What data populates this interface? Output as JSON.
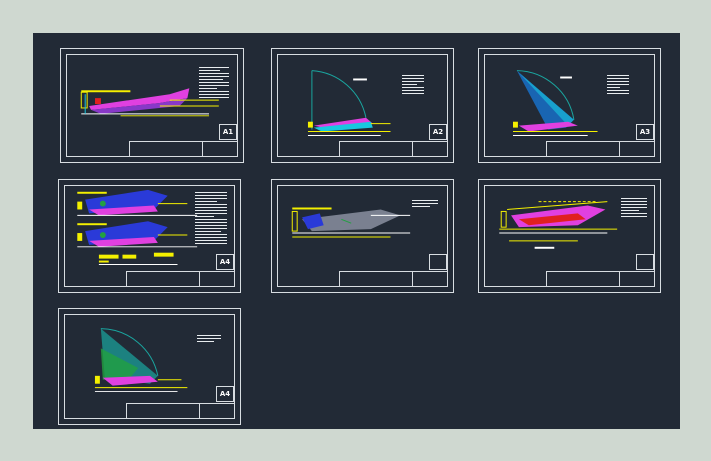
{
  "viewport": {
    "background_color": "#cfd8d0",
    "canvas_color": "#222a36",
    "line_color": "#d8dde2"
  },
  "sheets": [
    {
      "id": "sheet-1",
      "label": "A1"
    },
    {
      "id": "sheet-2",
      "label": "A2"
    },
    {
      "id": "sheet-3",
      "label": "A3"
    },
    {
      "id": "sheet-4",
      "label": "A4"
    },
    {
      "id": "sheet-5",
      "label": ""
    },
    {
      "id": "sheet-6",
      "label": ""
    },
    {
      "id": "sheet-7",
      "label": "A4"
    }
  ],
  "drawing_colors": {
    "yellow": "#f4f000",
    "magenta": "#e040e0",
    "blue": "#2a3ad8",
    "cyan": "#18c8e0",
    "teal": "#1aa6a0",
    "green": "#22a040",
    "red": "#e02020",
    "white": "#ffffff"
  }
}
